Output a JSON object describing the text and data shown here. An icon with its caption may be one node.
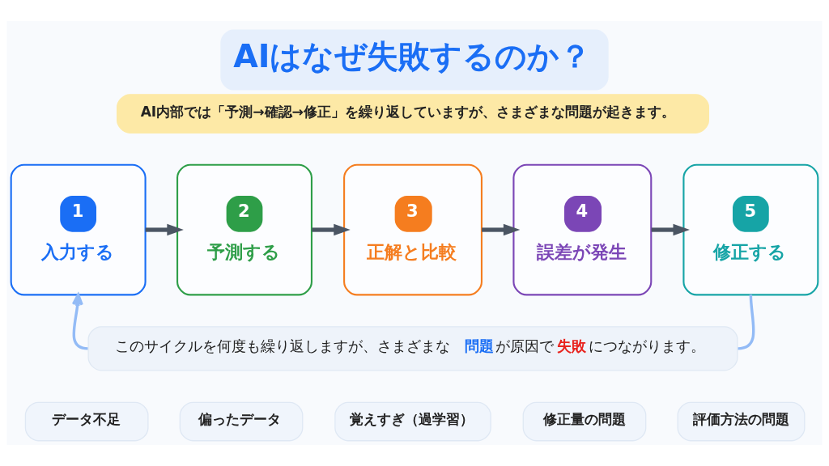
{
  "diagram": {
    "title": "AIはなぜ失敗するのか？",
    "nodes": [
      {
        "text": [
          "AI内部では「予測→確認→修正」を繰り返していますが、さまざまな問題が起きます。"
        ]
      },
      {
        "text": [
          "1",
          "入力する"
        ]
      },
      {
        "text": [
          "2",
          "予測する"
        ]
      },
      {
        "text": [
          "3",
          "正解と比較"
        ]
      },
      {
        "text": [
          "4",
          "誤差が発生"
        ]
      },
      {
        "text": [
          "5",
          "修正する"
        ]
      },
      {
        "text": [
          "このサイクルを何度も繰り返しますが、さまざまな**問題**が原因で**失敗**につながります。"
        ]
      },
      {
        "text": [
          "データ不足"
        ]
      },
      {
        "text": [
          "偏ったデータ"
        ]
      },
      {
        "text": [
          "覚えすぎ（過学習）"
        ]
      },
      {
        "text": [
          "修正量の問題"
        ]
      },
      {
        "text": [
          "評価方法の問題"
        ]
      }
    ],
    "edges": [
      {
        "from": 1,
        "to": 2,
        "arrow": "to"
      },
      {
        "from": 2,
        "to": 3,
        "arrow": "to"
      },
      {
        "from": 3,
        "to": 4,
        "arrow": "to"
      },
      {
        "from": 4,
        "to": 5,
        "arrow": "to"
      },
      {
        "from": 5,
        "to": 6,
        "arrow": "none",
        "color": "#93bbf6"
      },
      {
        "from": 6,
        "to": 1,
        "arrow": "to",
        "color": "#93bbf6"
      }
    ]
  }
}
